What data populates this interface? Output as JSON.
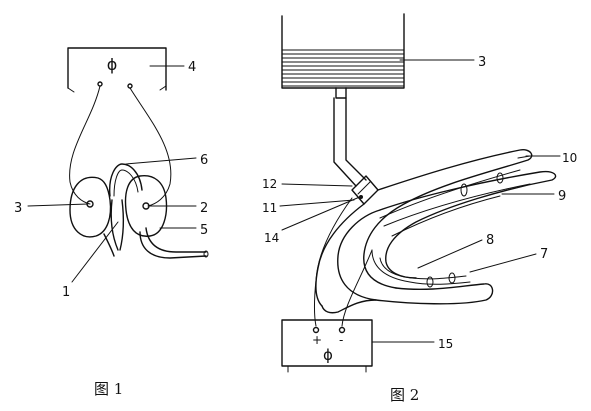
{
  "figure1": {
    "caption": "图 1",
    "power_symbol": "ϕ",
    "labels": {
      "l1": "1",
      "l2": "2",
      "l3": "3",
      "l4": "4",
      "l5": "5",
      "l6": "6"
    }
  },
  "figure2": {
    "caption": "图 2",
    "power_symbol": "ϕ",
    "terminal_plus": "+",
    "terminal_minus": "-",
    "labels": {
      "l3": "3",
      "l7": "7",
      "l8": "8",
      "l9": "9",
      "l10": "10",
      "l11": "11",
      "l12": "12",
      "l14": "14",
      "l15": "15"
    }
  }
}
